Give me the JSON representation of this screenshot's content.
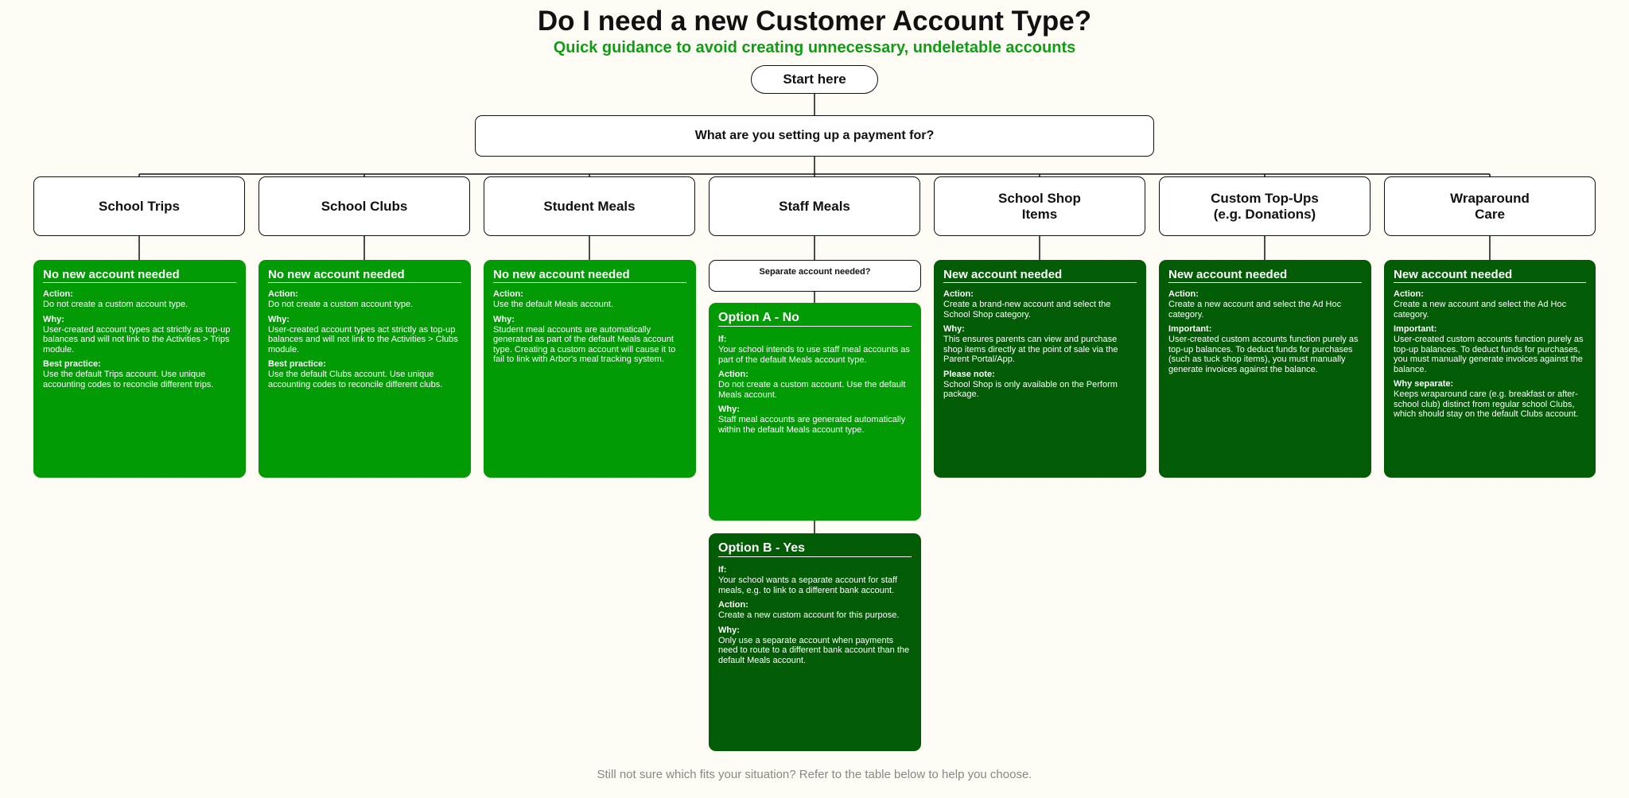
{
  "header": {
    "title": "Do I need a new Customer Account Type?",
    "subtitle": "Quick guidance to avoid creating unnecessary, undeletable accounts"
  },
  "flow": {
    "start": "Start here",
    "question": "What are you setting up a payment for?",
    "categories": [
      "School Trips",
      "School Clubs",
      "Student Meals",
      "Staff Meals",
      "School Shop\nItems",
      "Custom Top-Ups\n(e.g. Donations)",
      "Wraparound\nCare"
    ],
    "separate_question": "Separate account needed?"
  },
  "cards": {
    "trips": {
      "title": "No new account needed",
      "action_label": "Action:",
      "action": "Do not create a custom account type.",
      "why_label": "Why:",
      "why": "User-created account types act strictly as top-up balances and will not link to the Activities > Trips module.",
      "best_label": "Best practice:",
      "best": "Use the default Trips account. Use unique accounting codes to reconcile different trips."
    },
    "clubs": {
      "title": "No new account needed",
      "action_label": "Action:",
      "action": "Do not create a custom account type.",
      "why_label": "Why:",
      "why": "User-created account types act strictly as top-up balances and will not link to the Activities > Clubs module.",
      "best_label": "Best practice:",
      "best": "Use the default Clubs account. Use unique accounting codes to reconcile different clubs."
    },
    "student_meals": {
      "title": "No new account needed",
      "action_label": "Action:",
      "action": "Use the default Meals account.",
      "why_label": "Why:",
      "why": "Student meal accounts are automatically generated as part of the default Meals account type. Creating a custom account will cause it to fail to link with Arbor's meal tracking system."
    },
    "option_a": {
      "title": "Option A - No",
      "if_label": "If:",
      "if": "Your school intends to use staff meal accounts as part of the default Meals account type.",
      "action_label": "Action:",
      "action": "Do not create a custom account. Use the default Meals account.",
      "why_label": "Why:",
      "why": "Staff meal accounts are generated automatically within the default Meals account type."
    },
    "option_b": {
      "title": "Option B - Yes",
      "if_label": "If:",
      "if": "Your school wants a separate account for staff meals, e.g. to link to a different bank account.",
      "action_label": "Action:",
      "action": "Create a new custom account for this purpose.",
      "why_label": "Why:",
      "why": "Only use a separate account when payments need to route to a different bank account than the default Meals account."
    },
    "shop": {
      "title": "New account needed",
      "action_label": "Action:",
      "action": "Create a brand-new account and select the School Shop category.",
      "why_label": "Why:",
      "why": "This ensures parents can view and purchase shop items directly at the point of sale via the Parent Portal/App.",
      "note_label": "Please note:",
      "note": "School Shop is only available on the Perform package."
    },
    "topups": {
      "title": "New account needed",
      "action_label": "Action:",
      "action": "Create a new account and select the Ad Hoc category.",
      "important_label": "Important:",
      "important": "User-created custom accounts function purely as top-up balances. To deduct funds for purchases (such as tuck shop items), you must manually generate invoices against the balance."
    },
    "wraparound": {
      "title": "New account needed",
      "action_label": "Action:",
      "action": "Create a new account and select the Ad Hoc category.",
      "important_label": "Important:",
      "important": "User-created custom accounts function purely as top-up balances. To deduct funds for purchases, you must manually generate invoices against the balance.",
      "why_sep_label": "Why separate:",
      "why_sep": "Keeps wraparound care (e.g. breakfast or after-school club) distinct from regular school Clubs, which should stay on the default Clubs account."
    }
  },
  "footer": "Still not sure which fits your situation? Refer to the table below to help you choose."
}
